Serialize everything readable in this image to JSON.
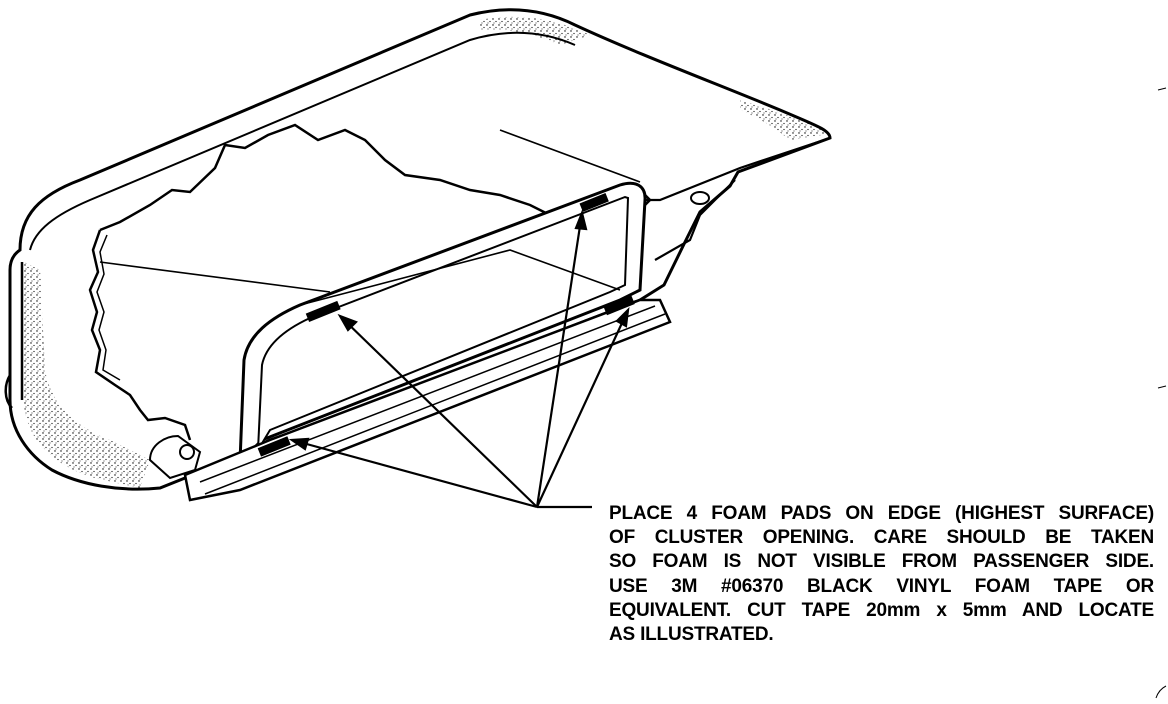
{
  "instruction": {
    "lines": [
      "PLACE 4 FOAM PADS ON EDGE (HIGHEST SURFACE)",
      "OF CLUSTER OPENING.  CARE SHOULD BE TAKEN",
      "SO FOAM IS NOT VISIBLE FROM PASSENGER SIDE.",
      "USE 3M #06370 BLACK VINYL FOAM TAPE OR",
      "EQUIVALENT. CUT TAPE 20mm x 5mm AND LOCATE",
      "AS ILLUSTRATED."
    ]
  },
  "illustration": {
    "subject": "instrument cluster hood with foam pads",
    "foam_pad_count": 4,
    "line_color": "#000000",
    "stipple_color": "#000000"
  }
}
